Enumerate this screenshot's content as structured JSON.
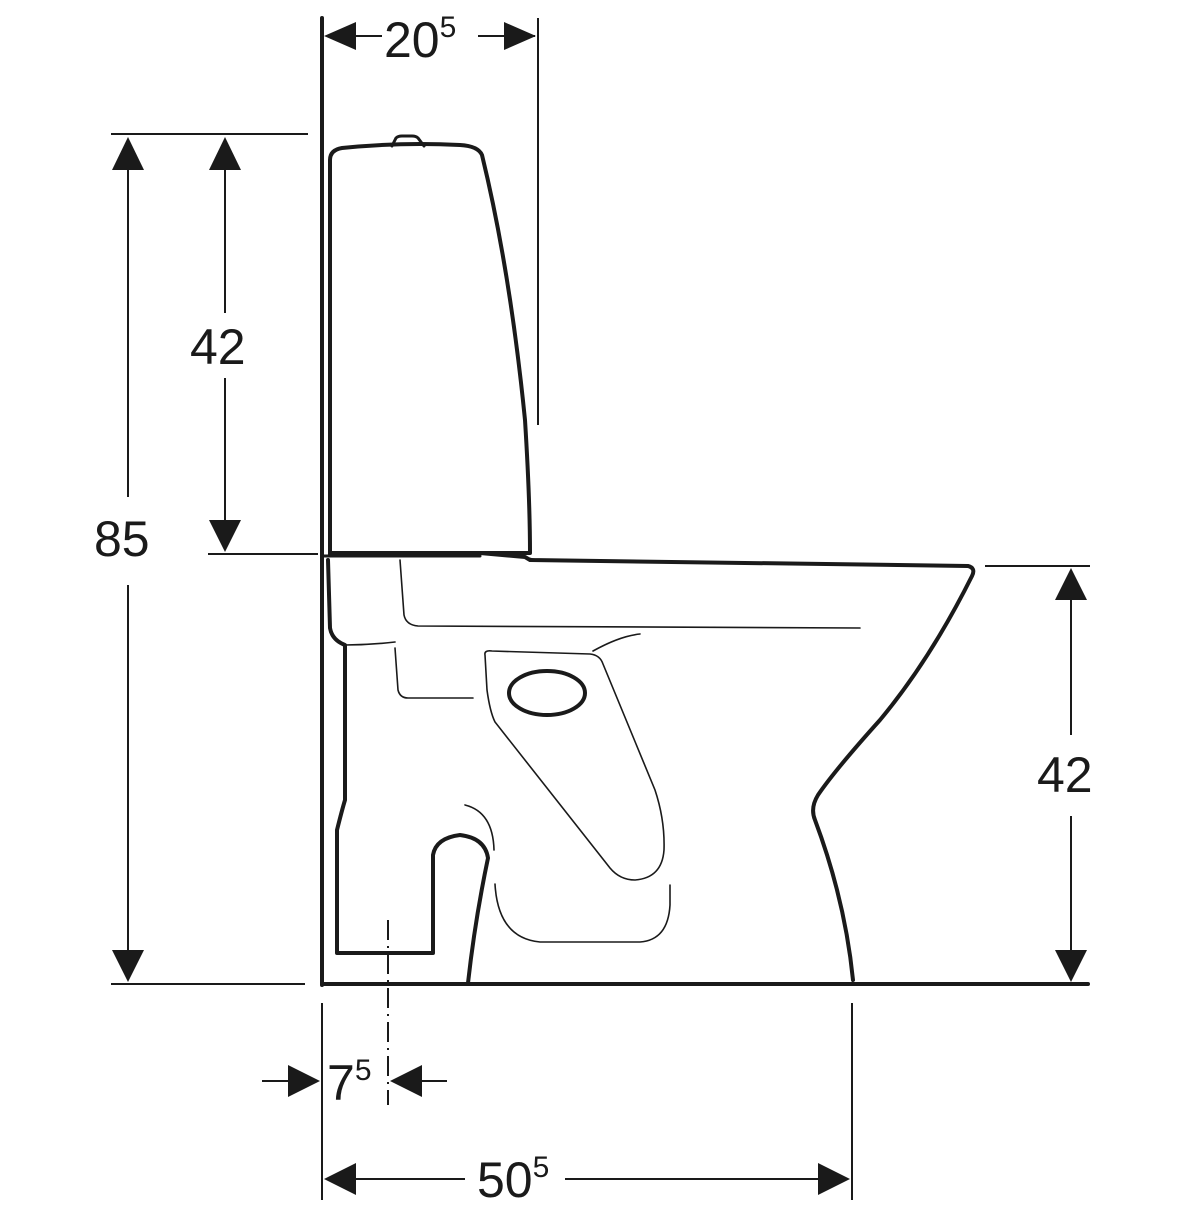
{
  "drawing": {
    "subject": "toilet side view dimension drawing",
    "line_color": "#1a1a1a",
    "background": "#ffffff"
  },
  "dimensions": {
    "tank_depth": {
      "main": "20",
      "sup": "5"
    },
    "tank_height": {
      "main": "42",
      "sup": ""
    },
    "total_height": {
      "main": "85",
      "sup": ""
    },
    "seat_height": {
      "main": "42",
      "sup": ""
    },
    "outlet_offset": {
      "main": "7",
      "sup": "5"
    },
    "total_depth": {
      "main": "50",
      "sup": "5"
    }
  }
}
